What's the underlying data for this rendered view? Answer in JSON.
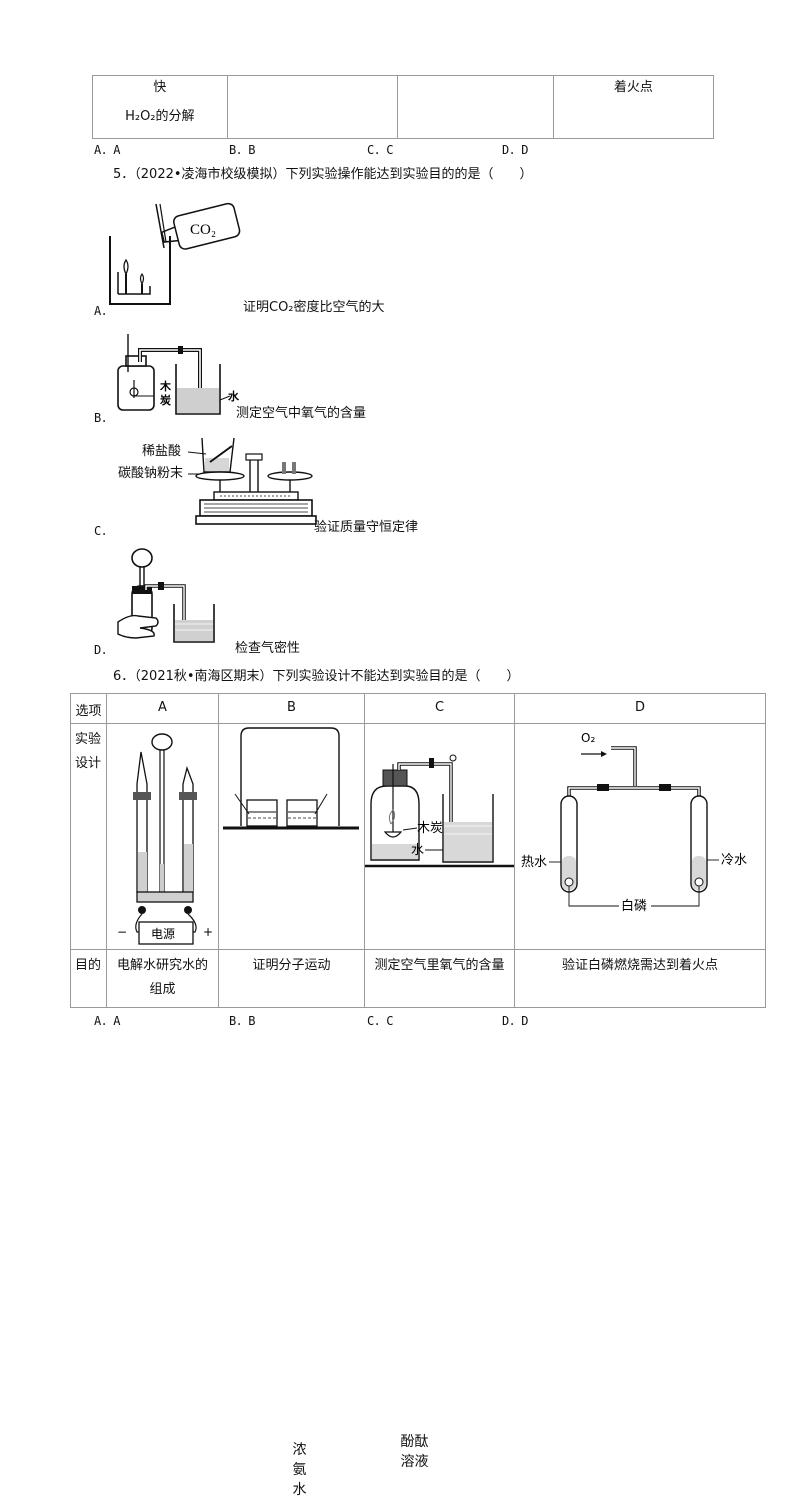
{
  "top_table": {
    "row_col1_line1": "快",
    "row_col1_line2": "H₂O₂的分解",
    "row_col4": "着火点"
  },
  "q4_options": [
    "A．A",
    "B．B",
    "C．C",
    "D．D"
  ],
  "q5": {
    "stem": "5．（2022•凌海市校级模拟）下列实验操作能达到实验目的的是（　　）",
    "options": [
      {
        "letter": "A．",
        "caption": "证明CO₂密度比空气的大",
        "labels": [
          "CO₂"
        ]
      },
      {
        "letter": "B．",
        "caption": "测定空气中氧气的含量",
        "labels": [
          "木",
          "炭",
          "水"
        ]
      },
      {
        "letter": "C．",
        "caption": "验证质量守恒定律",
        "labels": [
          "稀盐酸",
          "碳酸钠粉末"
        ]
      },
      {
        "letter": "D．",
        "caption": "检查气密性",
        "labels": []
      }
    ]
  },
  "q6": {
    "stem": "6．（2021秋•南海区期末）下列实验设计不能达到实验目的是（　　）",
    "headers": [
      "选项",
      "A",
      "B",
      "C",
      "D"
    ],
    "row_labels": [
      "实验设计",
      "目的"
    ],
    "diagram_labels": {
      "a_power": "电源",
      "a_minus": "−",
      "a_plus": "+",
      "b_left": "浓氨水",
      "b_right": "酚酞溶液",
      "c_charcoal": "木炭",
      "c_water": "水",
      "d_o2": "O₂",
      "d_hot": "热水",
      "d_cold": "冷水",
      "d_phosphorus": "白磷"
    },
    "purposes": [
      "电解水研究水的组成",
      "证明分子运动",
      "测定空气里氧气的含量",
      "验证白磷燃烧需达到着火点"
    ],
    "options": [
      "A．A",
      "B．B",
      "C．C",
      "D．D"
    ]
  }
}
